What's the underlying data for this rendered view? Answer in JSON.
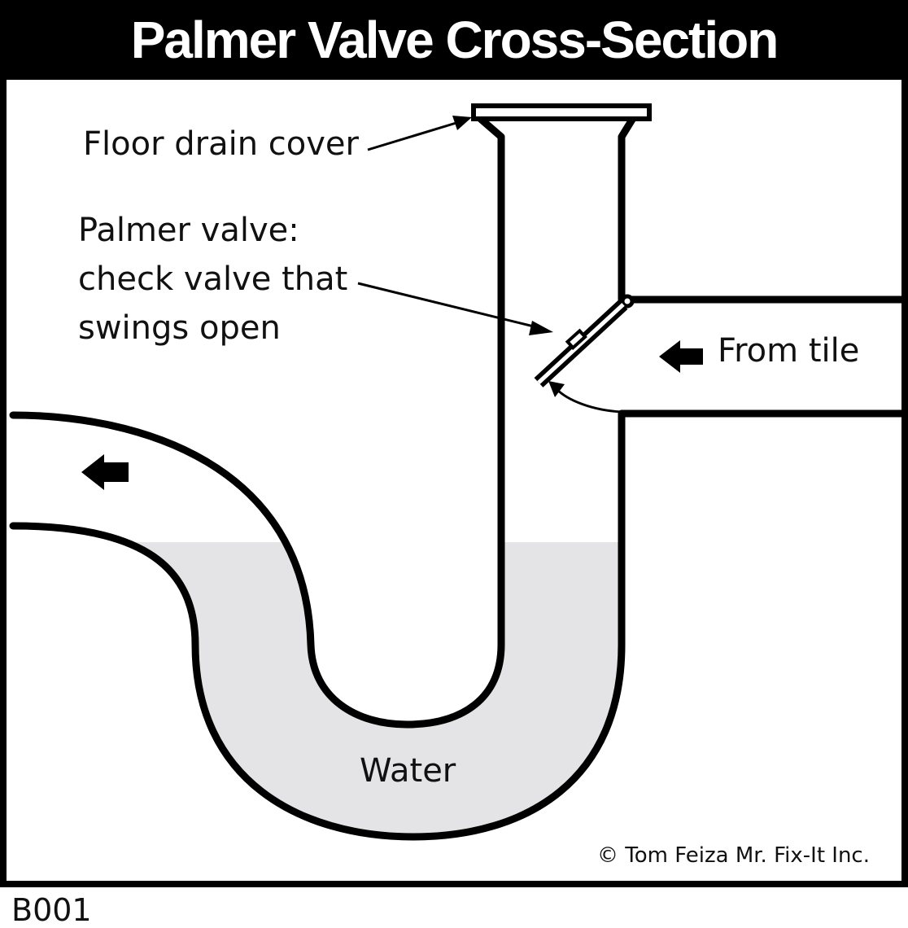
{
  "title": "Palmer Valve Cross-Section",
  "labels": {
    "floor_drain_cover": "Floor drain cover",
    "palmer_valve_line1": "Palmer valve:",
    "palmer_valve_line2": "check valve that",
    "palmer_valve_line3": "swings open",
    "from_tile": "From tile",
    "water": "Water"
  },
  "copyright": "© Tom Feiza Mr. Fix-It Inc.",
  "figure_code": "B001",
  "colors": {
    "frame": "#000000",
    "water": "#e4e4e6",
    "line": "#000000"
  }
}
